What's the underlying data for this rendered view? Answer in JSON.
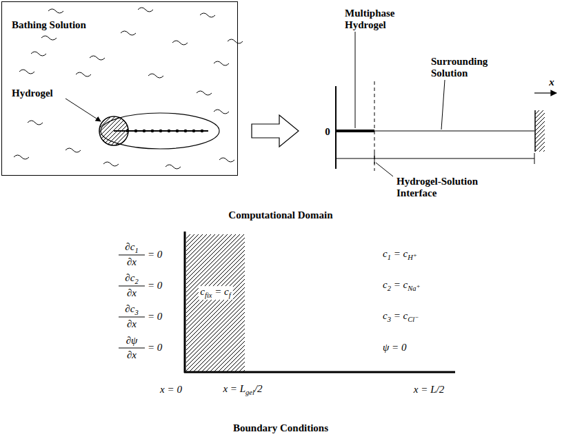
{
  "diagram": {
    "nodes": [
      {
        "text": [
          "Bathing Solution",
          "Hydrogel"
        ]
      },
      {
        "text": [
          "cfix = cf"
        ]
      }
    ],
    "labels": [
      "Multiphase Hydrogel",
      "Surrounding Solution",
      "x",
      "0",
      "Hydrogel-Solution Interface",
      "Computational Domain",
      "∂c1",
      "∂x",
      "= 0",
      "∂c2",
      "∂x",
      "= 0",
      "∂c3",
      "∂x",
      "= 0",
      "∂ψ",
      "∂x",
      "= 0",
      "c1 = cH+",
      "c2 = cNa+",
      "c3 = cCl−",
      "ψ = 0",
      "x = 0",
      "x = Lgel/2",
      "x = L/2",
      "Boundary Conditions"
    ]
  }
}
